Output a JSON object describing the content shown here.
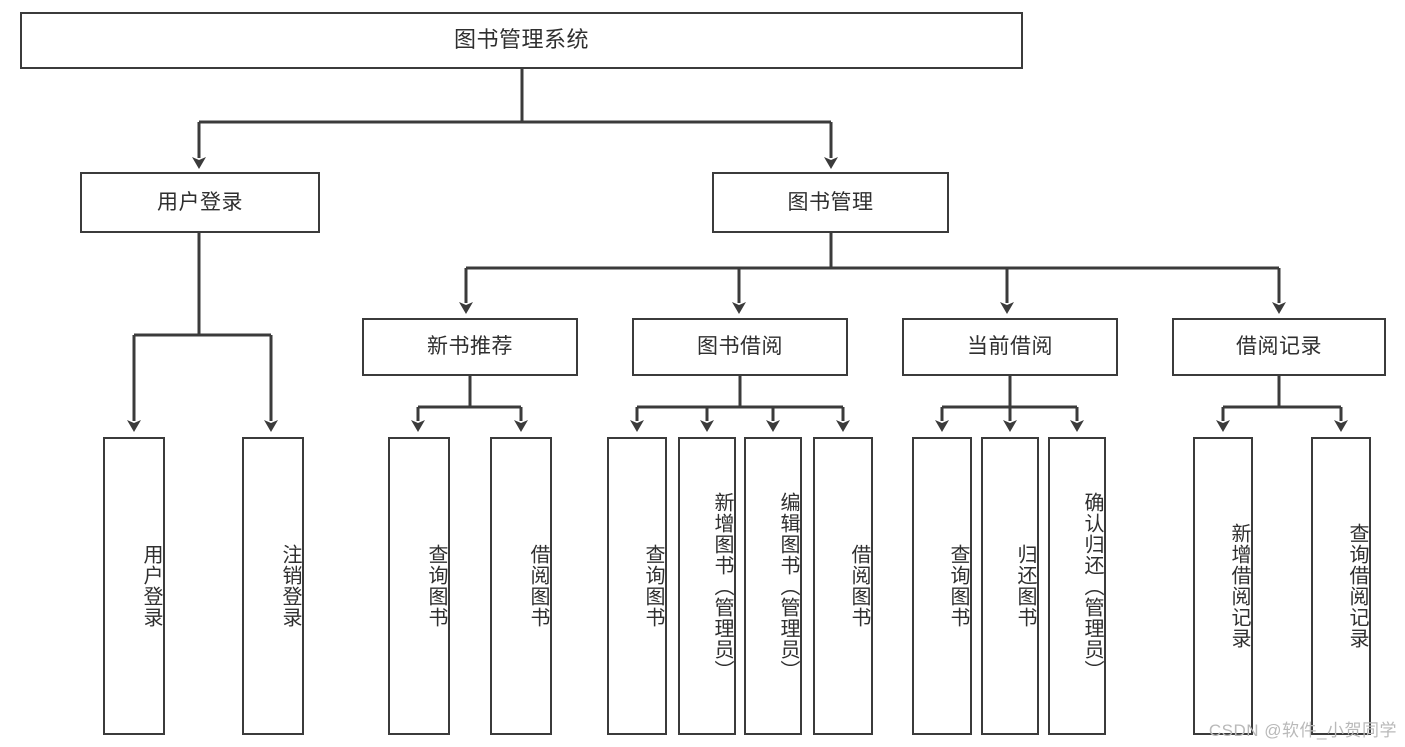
{
  "diagram": {
    "title": "图书管理系统",
    "type": "tree",
    "orientation": "top-down",
    "line_color": "#3b3b3b",
    "box_fill": "#ffffff",
    "text_color": "#2f2f2f",
    "nodes": {
      "root": {
        "label": "图书管理系统"
      },
      "level2": [
        {
          "label": "用户登录"
        },
        {
          "label": "图书管理"
        }
      ],
      "level3": [
        {
          "label": "新书推荐"
        },
        {
          "label": "图书借阅"
        },
        {
          "label": "当前借阅"
        },
        {
          "label": "借阅记录"
        }
      ],
      "leaves": {
        "user_login": [
          {
            "label": "用户登录"
          },
          {
            "label": "注销登录"
          }
        ],
        "new_book_recommend": [
          {
            "label": "查询图书"
          },
          {
            "label": "借阅图书"
          }
        ],
        "book_borrow": [
          {
            "label": "查询图书"
          },
          {
            "label": "新增图书（管理员）"
          },
          {
            "label": "编辑图书（管理员）"
          },
          {
            "label": "借阅图书"
          }
        ],
        "current_borrow": [
          {
            "label": "查询图书"
          },
          {
            "label": "归还图书"
          },
          {
            "label": "确认归还（管理员）"
          }
        ],
        "borrow_record": [
          {
            "label": "新增借阅记录"
          },
          {
            "label": "查询借阅记录"
          }
        ]
      }
    }
  },
  "watermark": {
    "text": "CSDN @软件_小贺同学"
  }
}
